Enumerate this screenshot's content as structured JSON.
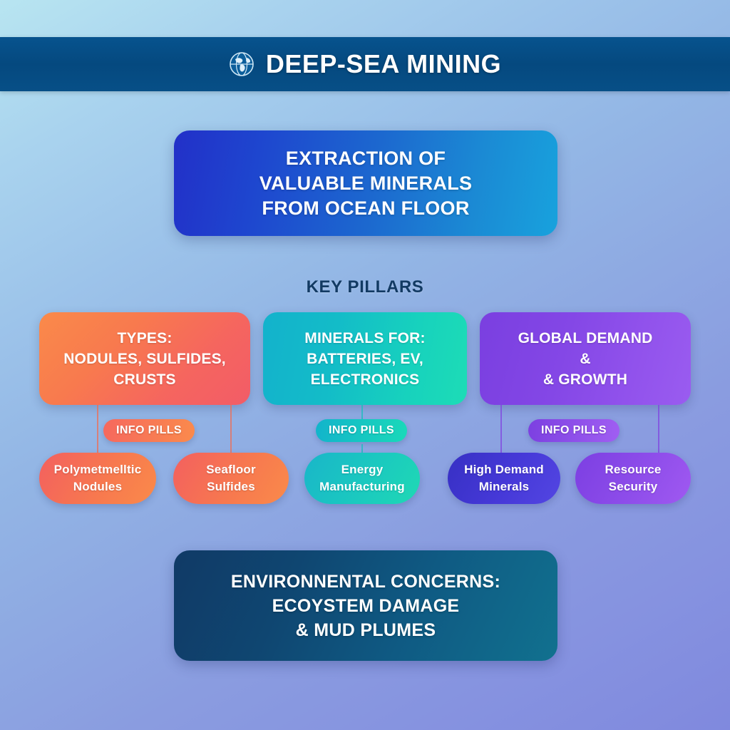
{
  "header": {
    "icon": "globe-icon",
    "title": "DEEP-SEA MINING"
  },
  "hero": {
    "lines": [
      "EXTRACTION OF",
      "VALUABLE MINERALS",
      "FROM OCEAN FLOOR"
    ]
  },
  "section": {
    "pillars_label": "KEY PILLARS"
  },
  "columns": [
    {
      "id": "types",
      "card_lines": [
        "TYPES:",
        "NODULES, SULFIDES,",
        "CRUSTS"
      ],
      "pill_label": "INFO PILLS",
      "accent": "#f5755a",
      "leaves": [
        {
          "lines": [
            "Polymetmelltic",
            "Nodules"
          ]
        },
        {
          "lines": [
            "Seafloor",
            "Sulfides"
          ]
        }
      ]
    },
    {
      "id": "minerals",
      "card_lines": [
        "MINERALS FOR:",
        "BATTERIES, EV,",
        "ELECTRONICS"
      ],
      "pill_label": "INFO PILLS",
      "accent": "#18c6c2",
      "leaves": [
        {
          "lines": [
            "Energy",
            "Manufacturing"
          ]
        }
      ]
    },
    {
      "id": "demand",
      "card_lines": [
        "GLOBAL DEMAND",
        "&",
        "& GROWTH"
      ],
      "pill_label": "INFO PILLS",
      "accent": "#8a4ae8",
      "leaves": [
        {
          "lines": [
            "High Demand",
            "Minerals"
          ]
        },
        {
          "lines": [
            "Resource",
            "Security"
          ]
        }
      ]
    }
  ],
  "bottom": {
    "lines": [
      "ENVIRONNENTAL CONCERNS:",
      "ECOYSTEM DAMAGE",
      "& MUD PLUMES"
    ]
  },
  "colors": {
    "background_top": "#b8e5f1",
    "background_bottom": "#8089de",
    "header_band": "#05497f",
    "hero_start": "#2230c8",
    "hero_end": "#18a2dd",
    "pillars_label": "#123a63",
    "bottom_start": "#103a66",
    "bottom_end": "#11718f"
  }
}
